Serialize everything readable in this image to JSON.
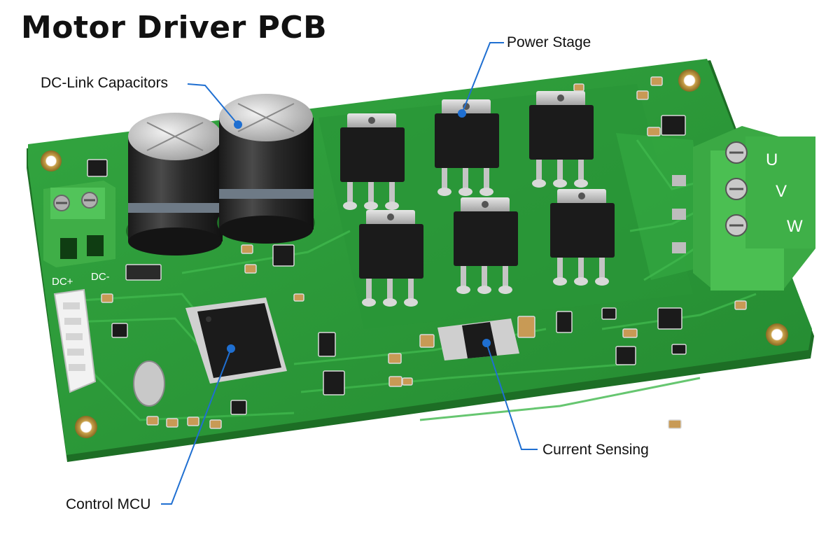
{
  "title": "Motor Driver PCB",
  "callouts": {
    "dc_link": "DC-Link Capacitors",
    "power_stage": "Power Stage",
    "current_sensing": "Current Sensing",
    "control_mcu": "Control MCU"
  },
  "silkscreen": {
    "dc_plus": "DC+",
    "dc_minus": "DC-",
    "phase_u": "U",
    "phase_v": "V",
    "phase_w": "W"
  },
  "colors": {
    "board": "#2e9a3a",
    "board_edge": "#1d6e25",
    "terminal": "#4bbf52",
    "callout_line": "#1f6fd1",
    "chip": "#1b1b1b"
  }
}
